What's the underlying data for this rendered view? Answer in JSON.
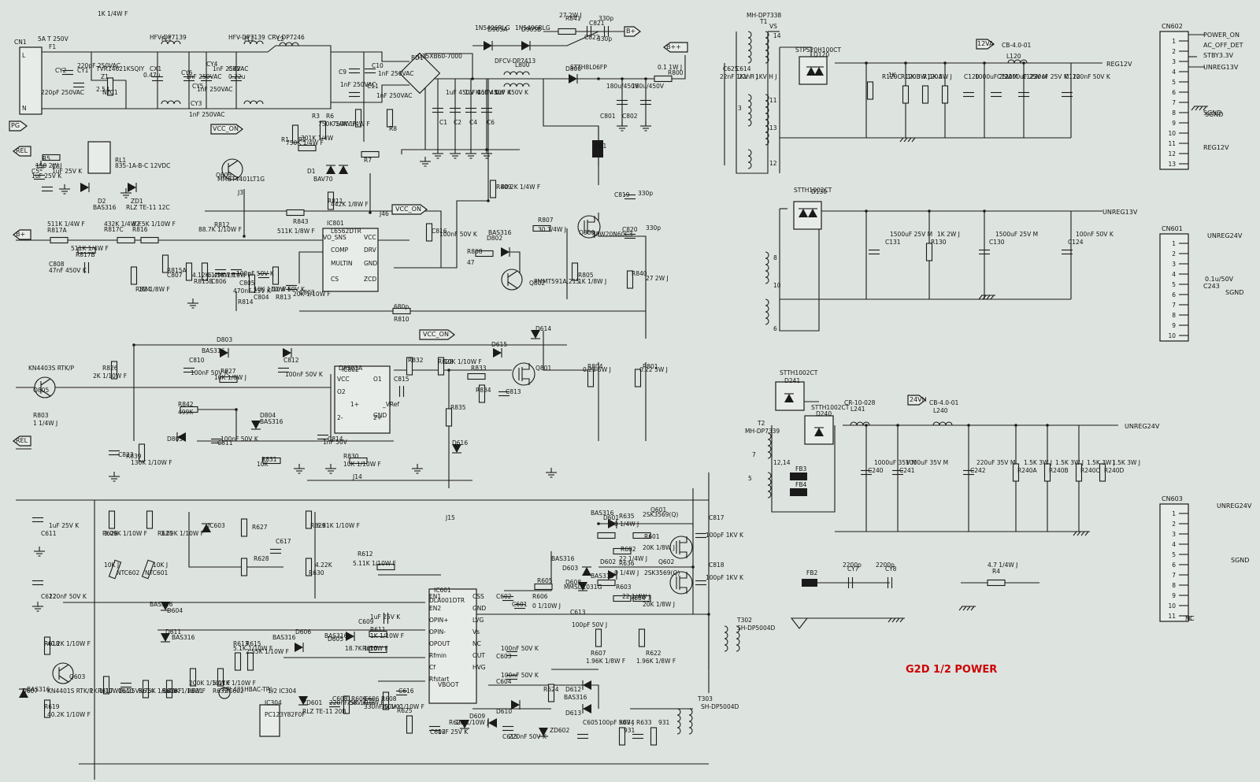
{
  "title": "G2D 1/2 POWER",
  "title_color": "#cc0000",
  "background": "#dde3df",
  "net_labels": [
    "B+",
    "B++",
    "PG",
    "REL",
    "VCC_ON",
    "12VA",
    "24VH",
    "REG12V",
    "UNREG13V",
    "UNREG24V",
    "SGND",
    "NC"
  ],
  "input_section": [
    "CN1",
    "L",
    "N",
    "F1",
    "5A T 250V",
    "FL1",
    "HFV-DP7139",
    "FL2",
    "HFV-DP7139",
    "L2",
    "CRV-DP7246",
    "Z1",
    "TVR14621KSQIY",
    "NTC1",
    "2.5 L",
    "CY1",
    "220pF 250VAC",
    "CY2",
    "220pF 250VAC",
    "CX1",
    "0.47u",
    "CX2",
    "0.22u",
    "CY3",
    "1nF 250VAC",
    "CY4",
    "1nF 250VAC",
    "CY5",
    "1nF 250VAC",
    "CY6",
    "1nF 250VAC",
    "C10",
    "1nF 250VAC",
    "C11",
    "1nF 250VAC",
    "C9",
    "1nF 250VAC",
    "BD1",
    "D15XB60-7000",
    "RL1",
    "835-1A-B-C 12VDC",
    "R5",
    "150 2W J",
    "C3",
    "1uF 25V K",
    "C5",
    "1uF 25V K",
    "D2",
    "BAS316",
    "ZD1",
    "RLZ TE-11 12C"
  ],
  "pfc_section": [
    "D905A",
    "1N5406RLG",
    "D905B",
    "1N5406RLG",
    "R841",
    "27 2W J",
    "C821",
    "330p",
    "C822",
    "330p",
    "L800",
    "DFCV-DP7413",
    "D800",
    "STTH8L06FP",
    "R800",
    "0.1 1W J",
    "C801",
    "180u/450V",
    "C802",
    "180u/450V",
    "FB1",
    "C819",
    "330p",
    "C820",
    "330p",
    "R840",
    "27 2W J",
    "C1",
    "1uF 450V K",
    "C2",
    "1uF 450V K",
    "C4",
    "1uF 450V K",
    "C6",
    "1uF 450V K",
    "R1",
    "750K 1/4W F",
    "R2",
    "301K 1/4W",
    "R3",
    "750K 1/4W F",
    "R6",
    "750K 1/4W F",
    "R7",
    "R8",
    "D1",
    "BAV70",
    "R811",
    "442K 1/8W F",
    "R809",
    "40.2K 1/4W F",
    "Q803",
    "MMBT4401LT1G",
    "J3",
    "R812",
    "88.7K 1/10W F",
    "R843",
    "511K 1/8W F",
    "J46",
    "IC801",
    "L6562DTR",
    "VO_SNS",
    "COMP",
    "MULTIN",
    "CS",
    "VCC",
    "DRV",
    "GND",
    "ZCD",
    "C816",
    "100nF 50V K",
    "Q800",
    "SPW20N60C3",
    "R807",
    "30 1/4W J",
    "R808",
    "47",
    "D802",
    "BAS316",
    "Q802",
    "PMMT591A,215",
    "R805",
    "1K 1/8W J",
    "R817A",
    "511K 1/4W F",
    "R817B",
    "511K 1/4W F",
    "R817C",
    "432K 1/4W F",
    "R816",
    "82.5K 1/10W F",
    "C808",
    "47nF 450V K",
    "R824",
    "1M 1/8W F",
    "C807",
    "R815A",
    "4.12K 1/10W F",
    "R815B",
    "6.49K 1/10W F",
    "C806",
    "100nF 50V K",
    "C805",
    "470nF 25V K",
    "R814",
    "10K 1/10W F",
    "C804",
    "10nF 50V K",
    "R813",
    "20K 1/10W F",
    "C803",
    "680p",
    "R810",
    "1K 1/4W F"
  ],
  "standby_section": [
    "D803",
    "BAS316",
    "R826",
    "2K 1/10W F",
    "C810",
    "100nF 50V K",
    "C812",
    "100nF 50V K",
    "R827",
    "10K 1/8W J",
    "Q805",
    "KN4403S RTK/P",
    "R803",
    "1 1/4W J",
    "IC802",
    "DAS01A",
    "VCC",
    "O1",
    "O2",
    "1+",
    "_VRef",
    "2-",
    "2+",
    "GND",
    "R832",
    "R828",
    "10K 1/10W F",
    "C815",
    "R833",
    "R834",
    "C813",
    "Q801",
    "D615",
    "D614",
    "R842",
    "499K",
    "D805",
    "D804",
    "BAS316",
    "C823",
    "R839",
    "130K 1/10W F",
    "C811",
    "100nF 50V K",
    "R831",
    "10K",
    "C814",
    "1nF 50V",
    "R830",
    "10K 1/10W F",
    "R835",
    "D616",
    "J14",
    "J15",
    "R804",
    "0.22 5W J",
    "R801",
    "0.22 5W J"
  ],
  "llc_section": [
    "IC601",
    "DLA001DTR",
    "EN1",
    "EN2",
    "OPIN+",
    "OPIN-",
    "OPOUT",
    "Rfmin",
    "Cf",
    "Rfstart",
    "CSS",
    "GND",
    "LVG",
    "Vs",
    "NC",
    "OUT",
    "HVG",
    "VBOOT",
    "C611",
    "1uF 25V K",
    "C612",
    "220nF 50V K",
    "R626",
    "3.09K 1/10W F",
    "R621",
    "3.09K 1/10W F",
    "NTC602",
    "10K J",
    "NTC601",
    "10K J",
    "IC603",
    "R627",
    "R628",
    "C617",
    "R629",
    "6.81K 1/10W F",
    "R630",
    "4.22K",
    "R612",
    "5.11K 1/10W F",
    "C609",
    "1uF 25V K",
    "R611",
    "1K 1/10W F",
    "R610",
    "18.7K 1/10W F",
    "D604",
    "BAS316",
    "D611",
    "BAS316",
    "D605",
    "BAS316",
    "D606",
    "BAS316",
    "Q603",
    "KN4401S RTK/P",
    "R618",
    "40.2K 1/10W F",
    "R619",
    "40.2K 1/10W F",
    "D607",
    "BAS316",
    "R617",
    "1K 1/10W F",
    "C610",
    "1u/25V",
    "R614",
    "5.76K 1/10W F",
    "R616",
    "5.49K 1/10W F",
    "R631",
    "200K 1/10W F",
    "R632",
    "5.11K 1/10W F",
    "IC602",
    "APL431HBAC-TRL",
    "R613",
    "5.1K 1/10W F",
    "R615",
    "2.55K 1/10W F",
    "IC304",
    "1/2 IC304",
    "PC123Y82F0F",
    "ZD601",
    "RLZ TE-11 20B",
    "C608",
    "220nF 50V K",
    "R609",
    "75K 1/10W F",
    "C606",
    "330nF 50V K",
    "R608",
    "30.1K 1/10W F",
    "C616",
    "R625",
    "C607",
    "1uF 25V K",
    "R623",
    "1M 1/10W J",
    "D609",
    "D610",
    "C615",
    "220nF 50V K",
    "ZD602",
    "C603",
    "100nF 50V K",
    "C604",
    "100nF 50V K",
    "R624",
    "C602",
    "C601",
    "R606",
    "0 1/10W J",
    "R605",
    "D601",
    "BAS316",
    "D602",
    "BAS316",
    "D603",
    "BAS316",
    "D608",
    "MMSD1031G",
    "Q601",
    "2SK3569(Q)",
    "Q602",
    "2SK3569(Q)",
    "R635",
    "0 1/4W J",
    "R636",
    "0 1/4W J",
    "R601",
    "20K 1/8W J",
    "R602",
    "22 1/4W J",
    "R603",
    "22 1/4W J",
    "R604",
    "20K 1/8W J",
    "R607",
    "1.96K 1/8W F",
    "R622",
    "1.96K 1/8W F",
    "C613",
    "100pF 50V J",
    "C817",
    "100pF 1KV K",
    "C818",
    "100pF 1KV K",
    "D612",
    "BAS316",
    "D613",
    "C605",
    "100pF 50V J",
    "R634",
    "931",
    "R633",
    "931",
    "T302",
    "SH-DP5004D",
    "T303",
    "SH-DP5004D"
  ],
  "output_section": [
    "T1",
    "MH-DP7338",
    "VS",
    "14",
    "11",
    "13",
    "12",
    "3",
    "8",
    "10",
    "6",
    "C625",
    "22nF 1KV H J",
    "C614",
    "22nF 1KV H J",
    "D120",
    "STPS20H100CT",
    "L120",
    "CB-4.0-01",
    "R120C",
    "1K",
    "R120B",
    "1K 3W J",
    "R120A",
    "1K 3W J",
    "C120",
    "1000uF 25V M",
    "C121",
    "1000uF 25V M",
    "C123",
    "220uF 25V M",
    "C122",
    "100nF 50V K",
    "D130",
    "STTH1002CT",
    "C131",
    "1500uF 25V M",
    "R130",
    "1K 2W J",
    "C130",
    "1500uF 25V M",
    "C124",
    "100nF 50V K",
    "T2",
    "MH-DP7339",
    "7",
    "12,14",
    "5",
    "D241",
    "STTH1002CT",
    "D240",
    "STTH1002CT",
    "FB3",
    "FB4",
    "L241",
    "CR-10-028",
    "L240",
    "CB-4.0-01",
    "C240",
    "1000uF 35V M",
    "C241",
    "1000uF 35V M",
    "C242",
    "220uF 35V M",
    "R240A",
    "1.5K 3W J",
    "R240B",
    "1.5K 3W J",
    "R240C",
    "1.5K 3W J",
    "R240D",
    "1.5K 3W J",
    "FB2",
    "CY7",
    "2200p",
    "CY8",
    "2200p",
    "R4",
    "4.7 1/4W J"
  ],
  "connectors": {
    "cn602": {
      "name": "CN602",
      "pins": [
        "1",
        "2",
        "3",
        "4",
        "5",
        "6",
        "7",
        "8",
        "9",
        "10",
        "11",
        "12",
        "13"
      ],
      "labels": [
        "POWER_ON",
        "AC_OFF_DET",
        "STBY3.3V",
        "UNREG13V",
        "SGND",
        "REG12V"
      ]
    },
    "cn601": {
      "name": "CN601",
      "pins": [
        "1",
        "2",
        "3",
        "4",
        "5",
        "6",
        "7",
        "8",
        "9",
        "10"
      ],
      "labels": [
        "UNREG24V",
        "0.1u/50V",
        "C243",
        "SGND"
      ]
    },
    "cn603": {
      "name": "CN603",
      "pins": [
        "1",
        "2",
        "3",
        "4",
        "5",
        "6",
        "7",
        "8",
        "9",
        "10",
        "11"
      ],
      "labels": [
        "UNREG24V",
        "SGND",
        "NC"
      ]
    }
  }
}
